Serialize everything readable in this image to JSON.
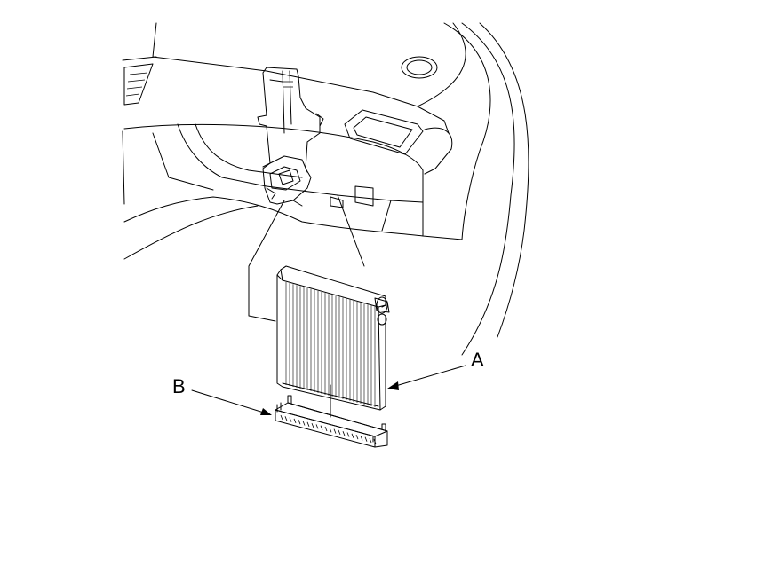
{
  "diagram": {
    "callouts": [
      {
        "id": "A",
        "text": "A"
      },
      {
        "id": "B",
        "text": "B"
      }
    ]
  },
  "colors": {
    "line": "#000000",
    "background": "#ffffff"
  },
  "icons": {
    "dash_vent": "vent-icon",
    "evaporator": "evaporator-core-icon",
    "seal": "seal-bracket-icon"
  }
}
